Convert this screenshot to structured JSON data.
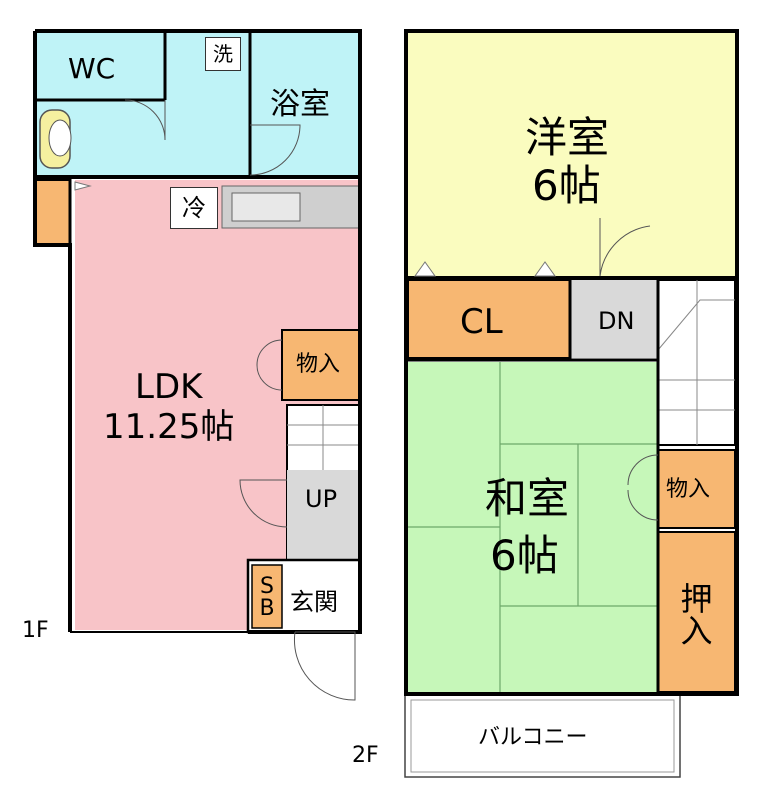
{
  "floorplan": {
    "floor1": {
      "label": "1F",
      "wc": "WC",
      "laundry": "洗",
      "bath": "浴室",
      "fridge": "冷",
      "ldk_name": "LDK",
      "ldk_size": "11.25帖",
      "storage": "物入",
      "stairs": "UP",
      "shoebox_top": "S",
      "shoebox_bottom": "B",
      "entrance": "玄関"
    },
    "floor2": {
      "label": "2F",
      "western_name": "洋室",
      "western_size": "6帖",
      "closet": "CL",
      "stairs": "DN",
      "japanese_name": "和室",
      "japanese_size": "6帖",
      "storage": "物入",
      "oshiire_top": "押",
      "oshiire_bottom": "入",
      "balcony": "バルコニー"
    }
  },
  "colors": {
    "wall": "#000000",
    "wet_area": "#bff3f7",
    "ldk": "#f8c4c8",
    "storage": "#f7b772",
    "stairs": "#d9d9d9",
    "western_room": "#fafcbf",
    "japanese_room": "#c6f7b9",
    "tatami_line": "#6ea86a",
    "counter": "#cfcfcf"
  }
}
